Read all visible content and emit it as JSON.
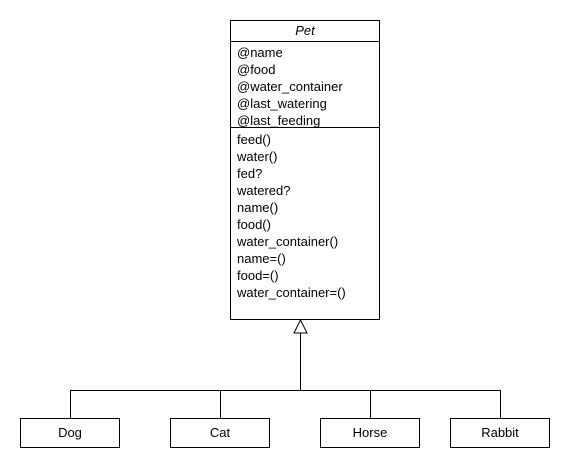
{
  "diagram": {
    "parent": {
      "name": "Pet",
      "attributes": [
        "@name",
        "@food",
        "@water_container",
        "@last_watering",
        "@last_feeding"
      ],
      "methods": [
        "feed()",
        "water()",
        "fed?",
        "watered?",
        "name()",
        "food()",
        "water_container()",
        "name=()",
        "food=()",
        "water_container=()"
      ]
    },
    "children": [
      "Dog",
      "Cat",
      "Horse",
      "Rabbit"
    ],
    "relationship": "inheritance"
  }
}
